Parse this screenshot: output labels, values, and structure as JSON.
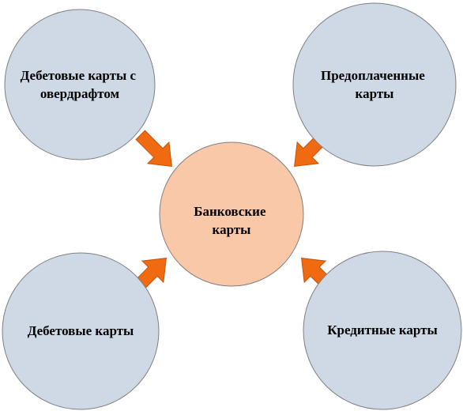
{
  "diagram": {
    "center": {
      "lines": [
        "Банковские",
        "карты"
      ],
      "fill": "#f8c8a8",
      "stroke": "#7f7f7f"
    },
    "satellites": [
      {
        "lines": [
          "Дебетовые карты с",
          "овердрафтом"
        ]
      },
      {
        "lines": [
          "Предоплаченные",
          "карты"
        ]
      },
      {
        "lines": [
          "Дебетовые карты"
        ]
      },
      {
        "lines": [
          "Кредитные карты"
        ]
      }
    ],
    "satellite_fill": "#cfd9e6",
    "satellite_stroke": "#7f7f7f",
    "arrow_fill": "#ef6a10",
    "arrow_stroke": "#c2530a"
  }
}
